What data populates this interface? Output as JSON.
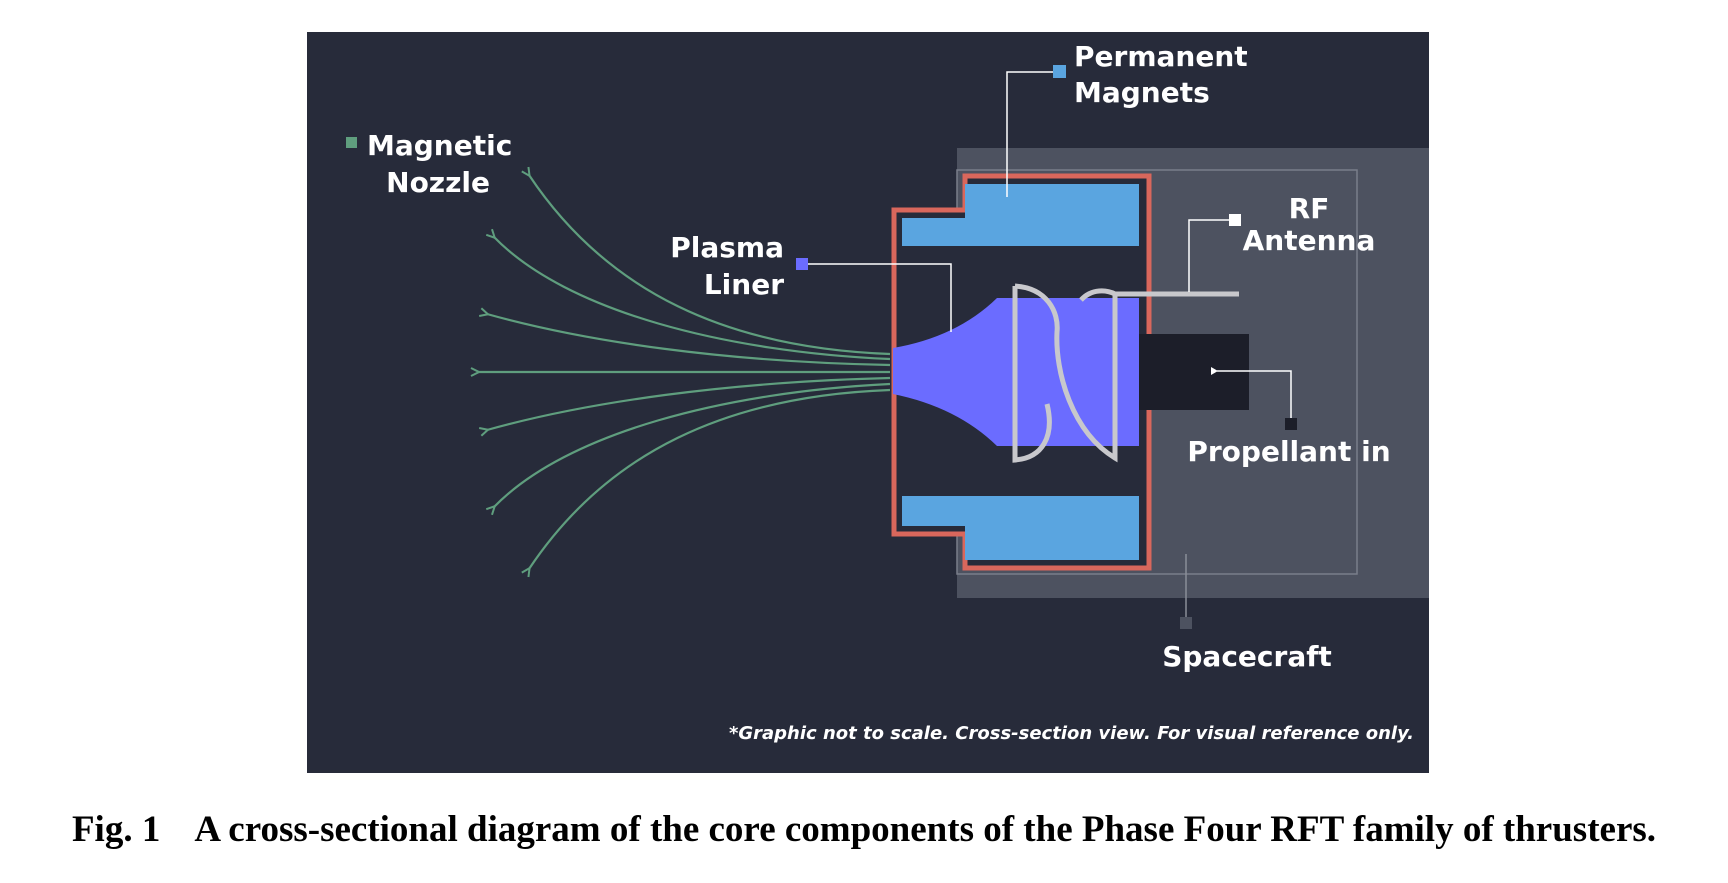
{
  "figure": {
    "labels": {
      "magnets_line1": "Permanent",
      "magnets_line2": "Magnets",
      "nozzle_line1": "Magnetic",
      "nozzle_line2": "Nozzle",
      "liner_line1": "Plasma",
      "liner_line2": "Liner",
      "antenna_line1": "RF",
      "antenna_line2": "Antenna",
      "propellant": "Propellant in",
      "spacecraft": "Spacecraft"
    },
    "note": "*Graphic not to scale. Cross-section view. For visual reference only.",
    "colors": {
      "background": "#272b3a",
      "spacecraft": "#4d5260",
      "housing": "#d9675c",
      "magnets": "#5aa5e0",
      "liner": "#6b6cff",
      "antenna": "#c8c8cc",
      "field_lines": "#5f9e7e",
      "port": "#1c1e29"
    }
  },
  "caption": {
    "number": "Fig. 1",
    "text": "A cross-sectional diagram of the core components of the Phase Four RFT family of thrusters."
  }
}
